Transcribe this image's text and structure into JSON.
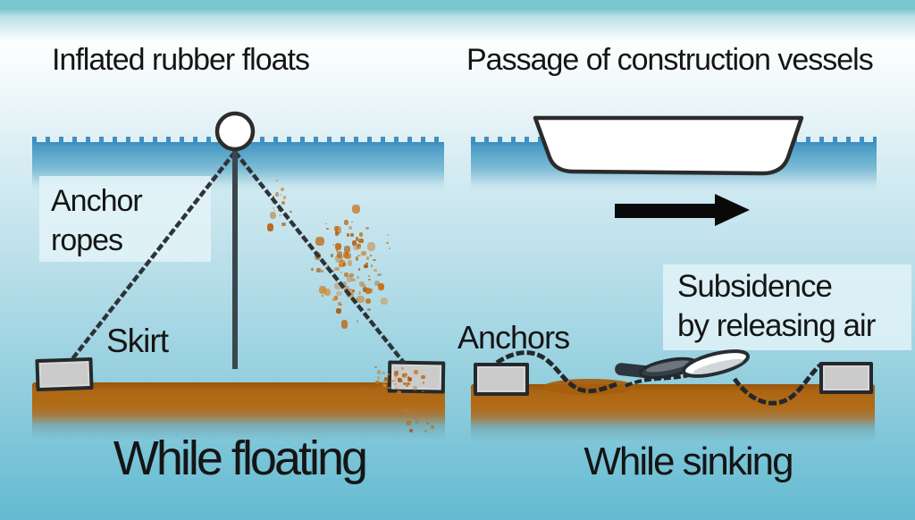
{
  "left_panel": {
    "title": "Inflated rubber floats",
    "anchor_ropes_label_line1": "Anchor",
    "anchor_ropes_label_line2": "ropes",
    "skirt_label": "Skirt",
    "caption": "While floating"
  },
  "right_panel": {
    "title": "Passage of construction vessels",
    "anchors_label": "Anchors",
    "subsidence_label_line1": "Subsidence",
    "subsidence_label_line2": "by releasing air",
    "caption": "While sinking"
  },
  "colors": {
    "top_bar": "#7ac5ce",
    "sky_top": "#ffffff",
    "water_bottom": "#67bad2",
    "wave_teeth": "#3f90c1",
    "water_band": "#4d9dc6",
    "seabed_brown": "#b26b16",
    "sediment_orange": "#c77016",
    "anchor_gray": "#cbcbcb",
    "outline_dark": "#25292c",
    "float_white": "#ffffff",
    "arrow_black": "#0a0a0a",
    "text_black": "#151515"
  },
  "icons": {
    "direction_arrow": "right-arrow"
  }
}
